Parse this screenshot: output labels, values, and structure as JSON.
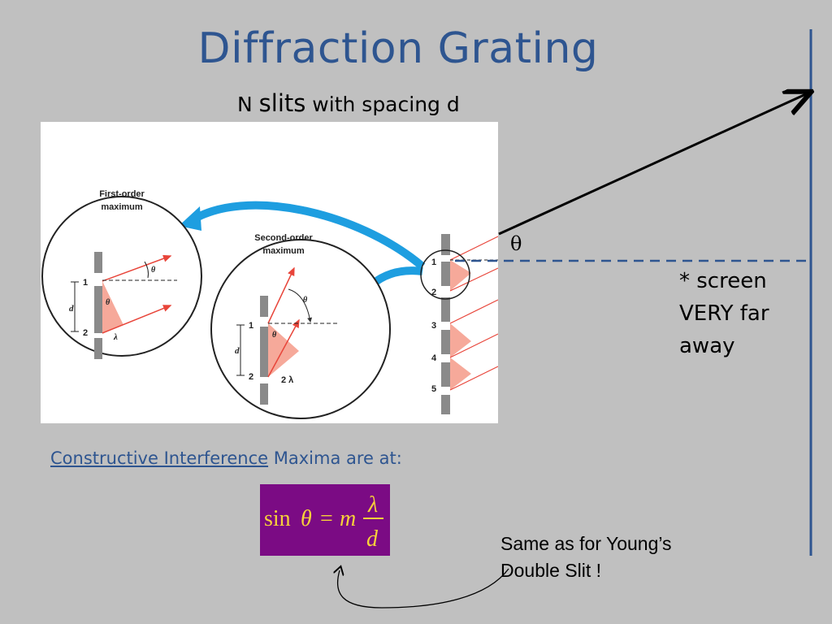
{
  "slide": {
    "title": "Diffraction Grating",
    "subtitle_n": "N ",
    "subtitle_slits": "slits",
    "subtitle_rest": " with spacing d",
    "theta_label": "θ",
    "screen_note_lines": [
      "* screen",
      "VERY far",
      "away"
    ],
    "constructive_link": "Constructive Interference",
    "constructive_rest": " Maxima are at:",
    "same_note_lines": [
      "Same as for Young’s",
      "Double Slit !"
    ]
  },
  "figure": {
    "first_order_label_lines": [
      "First-order",
      "maximum"
    ],
    "second_order_label_lines": [
      "Second-order",
      "maximum"
    ],
    "slit_labels_small": [
      "1",
      "2"
    ],
    "slit_labels_large": [
      "1",
      "2",
      "3",
      "4",
      "5"
    ],
    "d_label": "d",
    "theta": "θ",
    "lambda_label": "λ",
    "two_lambda_label": "2 λ"
  },
  "formula": {
    "sin": "sin",
    "theta": "θ",
    "equals": "=",
    "m": "m",
    "numerator": "λ",
    "denominator": "d"
  },
  "colors": {
    "title": "#2e5590",
    "background": "#c0c0c0",
    "screen_line": "#2e5590",
    "arrow_blue": "#1e9ee0",
    "ray_red": "#e8453a",
    "path_fill": "#f6a99a",
    "formula_bg": "#7b0b84",
    "formula_text": "#f7d13a"
  }
}
